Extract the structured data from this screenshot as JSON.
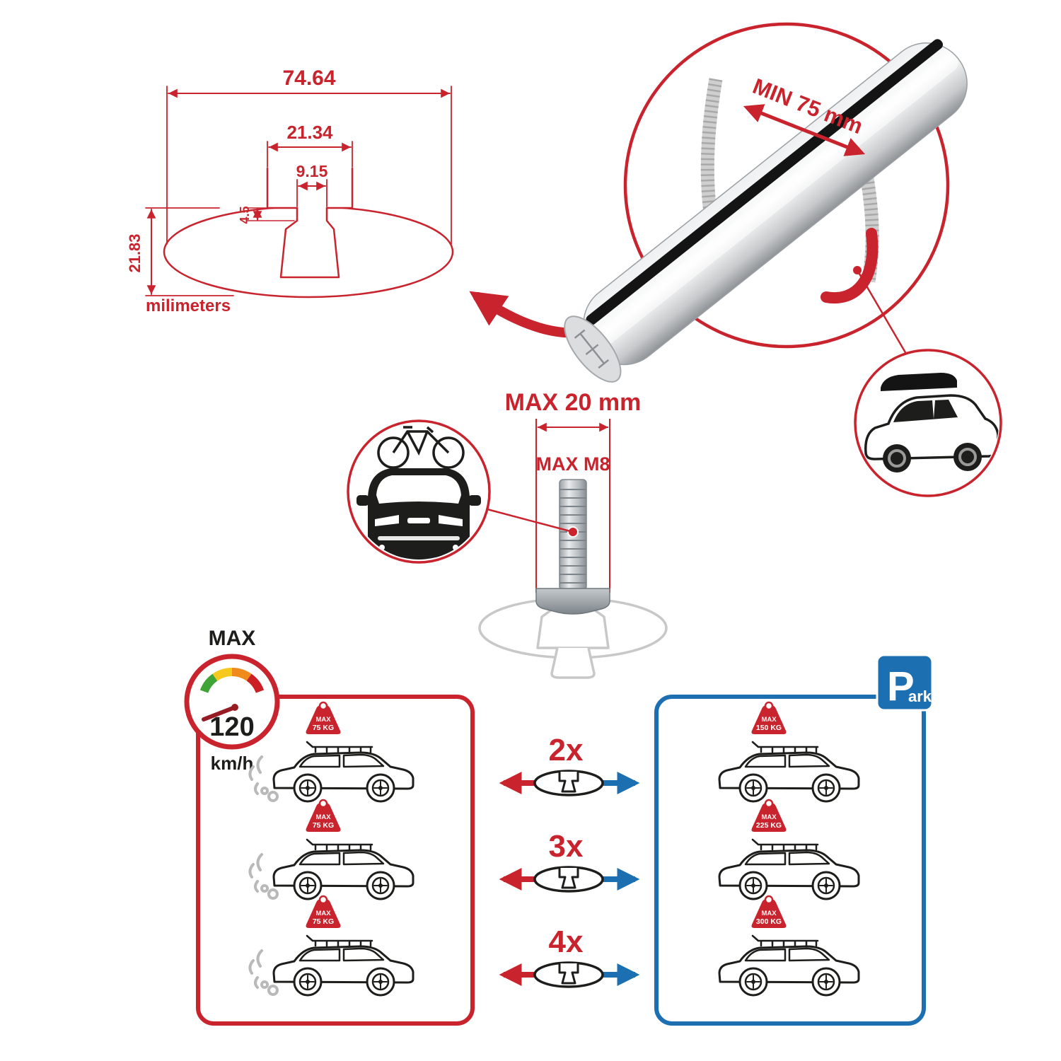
{
  "colors": {
    "accent_red": "#c9242e",
    "accent_blue": "#1c6fb0",
    "line_dark": "#1d1d1b",
    "ghost_gray": "#c8c8c8",
    "gauge_segments": [
      "#3fa437",
      "#f5c91d",
      "#ef8a1c",
      "#cc2027"
    ]
  },
  "profile_drawing": {
    "dim_width": "74.64",
    "dim_slot_outer": "21.34",
    "dim_slot_inner": "9.15",
    "dim_step": "4.5",
    "dim_height": "21.83",
    "units": "milimeters"
  },
  "bar_detail": {
    "min_span": "MIN 75 mm"
  },
  "bolt_detail": {
    "max_width": "MAX 20 mm",
    "max_thread": "MAX M8"
  },
  "speed_limit": {
    "label": "MAX",
    "value": "120",
    "units": "km/h"
  },
  "park_sign": {
    "letter": "P",
    "suffix": "ark"
  },
  "load_info": {
    "driving_loads": [
      {
        "label": "MAX",
        "weight": "75 KG"
      },
      {
        "label": "MAX",
        "weight": "75 KG"
      },
      {
        "label": "MAX",
        "weight": "75 KG"
      }
    ],
    "multipliers": [
      "2x",
      "3x",
      "4x"
    ],
    "parked_loads": [
      {
        "label": "MAX",
        "weight": "150 KG"
      },
      {
        "label": "MAX",
        "weight": "225 KG"
      },
      {
        "label": "MAX",
        "weight": "300 KG"
      }
    ]
  }
}
